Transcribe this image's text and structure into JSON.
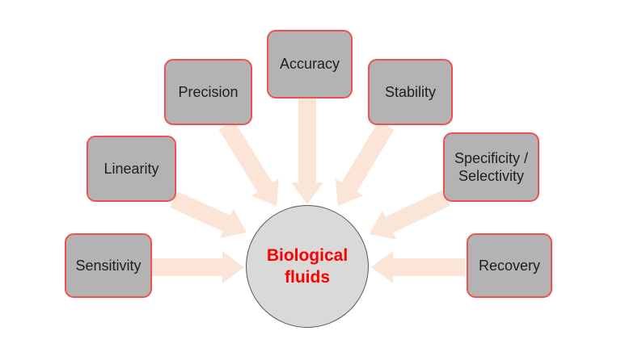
{
  "diagram": {
    "type": "hub-and-spoke",
    "center_node": {
      "label": "Biological fluids",
      "shape": "circle"
    },
    "factor_nodes": [
      {
        "id": "sensitivity",
        "label": "Sensitivity"
      },
      {
        "id": "linearity",
        "label": "Linearity"
      },
      {
        "id": "precision",
        "label": "Precision"
      },
      {
        "id": "accuracy",
        "label": "Accuracy"
      },
      {
        "id": "stability",
        "label": "Stability"
      },
      {
        "id": "specificity-selectivity",
        "label": "Specificity / Selectivity"
      },
      {
        "id": "recovery",
        "label": "Recovery"
      }
    ],
    "connections": [
      {
        "from": "sensitivity",
        "to": "center"
      },
      {
        "from": "linearity",
        "to": "center"
      },
      {
        "from": "precision",
        "to": "center"
      },
      {
        "from": "accuracy",
        "to": "center"
      },
      {
        "from": "stability",
        "to": "center"
      },
      {
        "from": "specificity-selectivity",
        "to": "center"
      },
      {
        "from": "recovery",
        "to": "center"
      }
    ],
    "colors": {
      "background": "#ffffff",
      "box_fill": "#b3b3b3",
      "box_border": "#ee5252",
      "box_text": "#1f1f1f",
      "arrow_fill": "#fbe5d6",
      "center_fill": "#d9d9d9",
      "center_border": "#595959",
      "center_text": "#ff0000"
    }
  }
}
